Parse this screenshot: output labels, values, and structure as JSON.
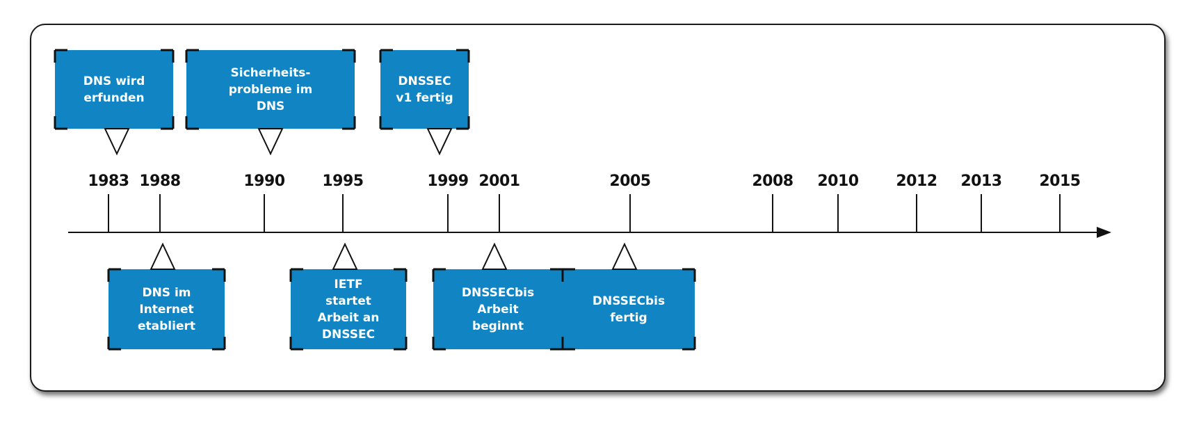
{
  "years": [
    "1983",
    "1988",
    "1990",
    "1995",
    "1999",
    "2001",
    "2005",
    "2008",
    "2010",
    "2012",
    "2013",
    "2015"
  ],
  "events_top": [
    {
      "year": "1983",
      "text": "DNS wird\nerfunden"
    },
    {
      "year": "1990",
      "text": "Sicherheits-\nprobleme im\nDNS"
    },
    {
      "year": "1999",
      "text": "DNSSEC\nv1 fertig"
    }
  ],
  "events_bottom": [
    {
      "year": "1988",
      "text": "DNS im\nInternet\netabliert"
    },
    {
      "year": "1995",
      "text": "IETF\nstartet\nArbeit an\nDNSSEC"
    },
    {
      "year": "2001",
      "text": "DNSSECbis\nArbeit\nbeginnt"
    },
    {
      "year": "2005",
      "text": "DNSSECbis\nfertig"
    }
  ],
  "colors": {
    "box": "#1185c4",
    "box_border": "#111111",
    "line": "#111111"
  }
}
